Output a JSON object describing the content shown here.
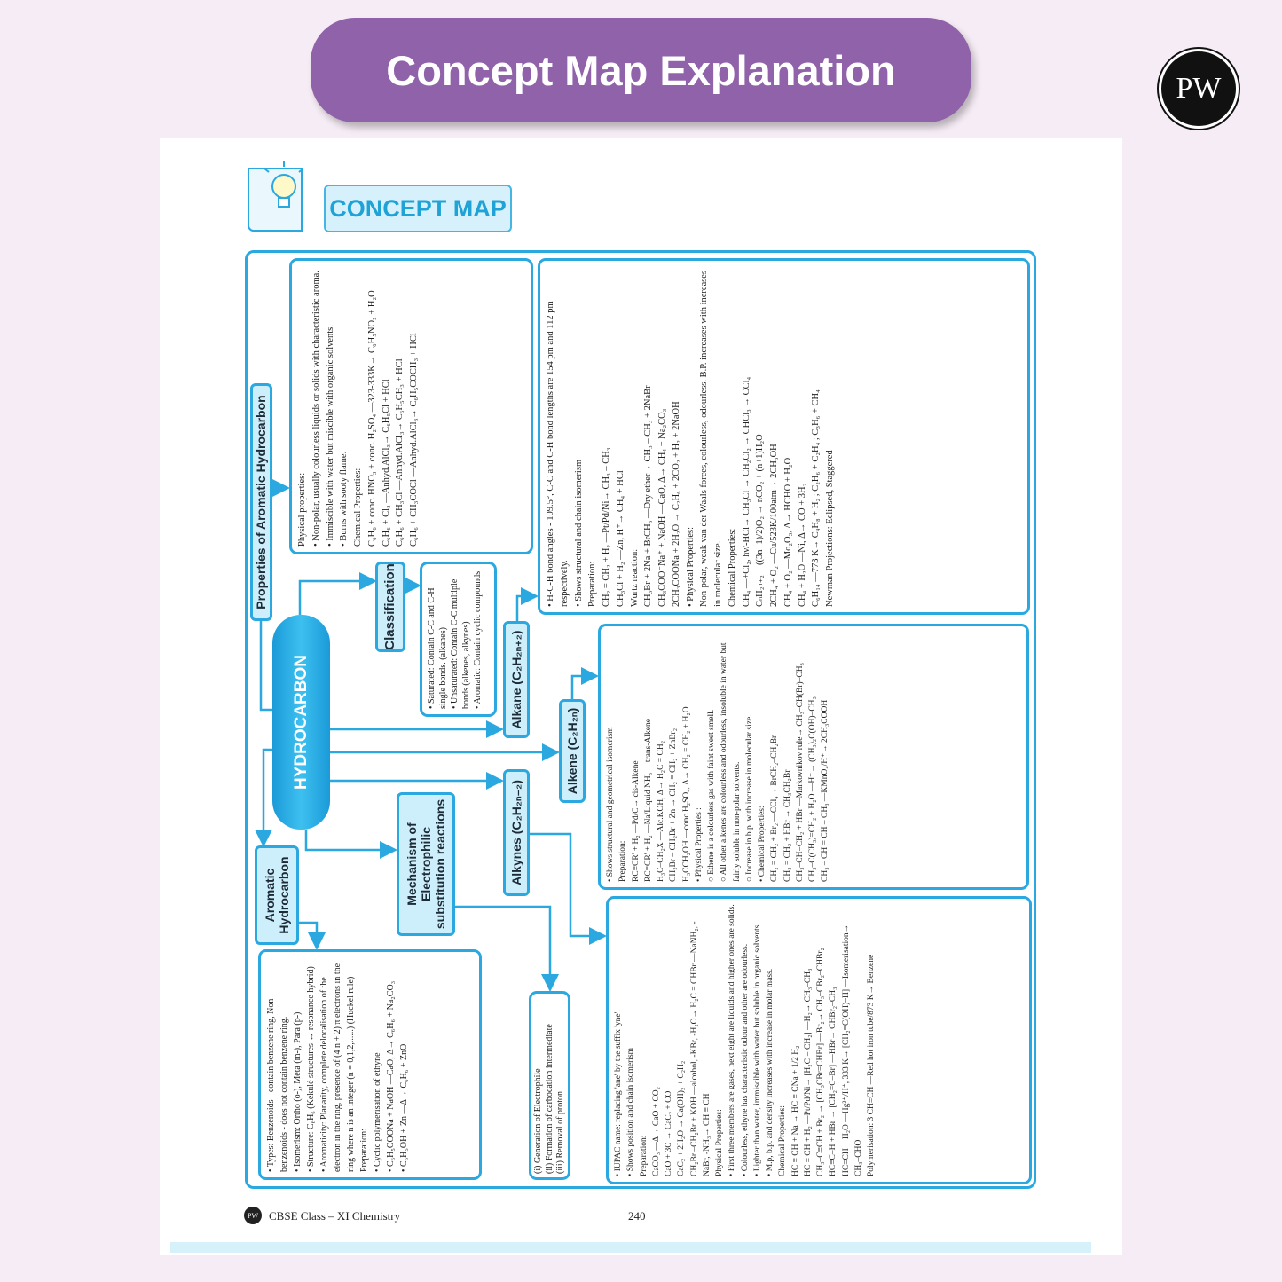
{
  "header": {
    "title": "Concept Map Explanation",
    "logo_text": "PW"
  },
  "concept_map_label": "CONCEPT MAP",
  "nodes": {
    "hydrocarbon": "HYDROCARBON",
    "properties_aromatic": "Properties of Aromatic Hydrocarbon",
    "classification": "Classification",
    "alkane": "Alkane (C₂H₂ₙ₊₂)",
    "alkene": "Alkene (C₂H₂ₙ)",
    "alkynes": "Alkynes (C₂H₂ₙ₋₂)",
    "mechanism": "Mechanism of Electrophilic substitution reactions",
    "aromatic_hydrocarbon": "Aromatic Hydrocarbon"
  },
  "boxes": {
    "aromatic_properties": [
      "Physical properties:",
      "• Non-polar, usually colourless liquids or solids with characteristic aroma.",
      "• Immiscible with water but miscible with organic solvents.",
      "• Burns with sooty flame.",
      "Chemical Properties:",
      "C₆H₆ + conc. HNO₃ + conc. H₂SO₄ —323-333K→ C₆H₅NO₂ + H₂O",
      "C₆H₆ + Cl₂ —Anhyd.AlCl₃→ C₆H₅Cl + HCl",
      "C₆H₆ + CH₃Cl —Anhyd.AlCl₃→ C₆H₅CH₃ + HCl",
      "C₆H₆ + CH₃COCl —Anhyd.AlCl₃→ C₆H₅COCH₃ + HCl"
    ],
    "classification_items": [
      "• Saturated: Contain C-C and C-H single bonds. (alkanes)",
      "• Unsaturated: Contain C-C multiple bonds (alkenes, alkynes)",
      "• Aromatic: Contain cyclic compounds"
    ],
    "alkane": [
      "• H-C-H bond angles - 109.5°, C-C and C-H bond lengths are 154 pm and 112 pm respectively.",
      "• Shows structural and chain isomerism",
      "Preparation:",
      "CH₂ = CH₂ + H₂ —Pt/Pd/Ni→ CH₃ – CH₃",
      "CH₃Cl + H₂ —Zn, H⁺→ CH₄ + HCl",
      "Wurtz reaction:",
      "CH₃Br + 2Na + BrCH₃ —Dry ether→ CH₃ – CH₃ + 2NaBr",
      "CH₃COO⁻Na⁺ + NaOH —CaO, Δ→ CH₄ + Na₂CO₃",
      "2CH₃COONa + 2H₂O → C₂H₆ + 2CO₂ + H₂ + 2NaOH",
      "• Physical Properties:",
      "Non-polar, weak van der Waals forces, colourless, odourless. B.P. increases with increases in molecular size.",
      "Chemical Properties:",
      "CH₄ —+Cl₂, hν/-HCl→ CH₃Cl → CH₂Cl₂ → CHCl₃ → CCl₄",
      "CₙH₂ₙ₊₂ + ((3n+1)/2)O₂ → nCO₂ + (n+1)H₂O",
      "2CH₄ + O₂ —Cu/523K/100atm→ 2CH₃OH",
      "CH₄ + O₂ —Mo₂O₃, Δ→ HCHO + H₂O",
      "CH₄ + H₂O —Ni, Δ→ CO + 3H₂",
      "C₆H₁₄ —773 K→ C₄H₈ + H₂ ; C₂H₆ + C₂H₄ ; C₃H₆ + CH₄",
      "Newman Projections: Eclipsed, Staggered"
    ],
    "alkene": [
      "• Shows structural and geometrical isomerism",
      "Preparation:",
      "RC≡CR' + H₂ —Pd/C→ cis-Alkene",
      "RC≡CR' + H₂ —Na/Liquid NH₃→ trans-Alkene",
      "H₃C–CH₂X —Alc.KOH, Δ→ H₂C = CH₂",
      "CH₂Br – CH₂Br + Zn → CH₂ = CH₂ + ZnBr₂",
      "H₃CCH₂OH —conc.H₂SO₄, Δ→ CH₂ = CH₂ + H₂O",
      "• Physical Properties :",
      "○ Ethene is a colourless gas with faint sweet smell.",
      "○ All other alkenes are colourless and odourless, insoluble in water but fairly soluble in non-polar solvents.",
      "○ Increase in b.p. with increase in molecular size.",
      "• Chemical Properties:",
      "CH₂ = CH₂ + Br₂ —CCl₄→ BrCH₂–CH₂Br",
      "CH₂ = CH₂ + HBr → CH₃CH₂Br",
      "CH₃–CH=CH₂ + HBr —Markovnikov rule→ CH₃–CH(Br)–CH₃",
      "CH₃–C(CH₃)=CH₂ + H₂O —H⁺→ (CH₃)₂C(OH)–CH₃",
      "CH₃ – CH = CH – CH₃ —KMnO₄/H⁺→ 2CH₃COOH"
    ],
    "alkyne": [
      "• IUPAC name: replacing 'ane' by the suffix 'yne'.",
      "• Shows position and chain isomerism",
      "Preparation:",
      "CaCO₃ —Δ→ CaO + CO₂",
      "CaO + 3C → CaC₂ + CO",
      "CaC₂ + 2H₂O → Ca(OH)₂ + C₂H₂",
      "CH₂Br –CH₂Br + KOH —alcohol, -KBr, -H₂O→ H₂C = CHBr —NaNH₂, -NaBr, -NH₃→ CH ≡ CH",
      "Physical Properties:",
      "• First three members are gases, next eight are liquids and higher ones are solids.",
      "• Colourless, ethyne has characteristic odour and other are odourless.",
      "• Lighter than water, immiscible with water but soluble in organic solvents.",
      "• M.p, b.p. and density increases with increase in molar mass.",
      "Chemical Properties:",
      "HC ≡ CH + Na → HC ≡ CNa + 1/2 H₂",
      "HC ≡ CH + H₂ —Pt/Pd/Ni→ [H₂C = CH₂] —H₂→ CH₃–CH₃",
      "CH₃–C≡CH + Br₂ → [CH₃CBr=CHBr] —Br₂→ CH₃–CBr₂–CHBr₂",
      "HC≡C–H + HBr → [CH₂=C–Br] —HBr→ CHBr₂–CH₃",
      "HC≡CH + H₂O —Hg²⁺/H⁺, 333 K→ [CH₂=C(OH)–H] —Isomerisation→ CH₃–CHO",
      "Polymerisation: 3 CH≡CH —Red hot iron tube/873 K→ Benzene"
    ],
    "aromatic_details": [
      "• Types: Benzenoids - contain benzene ring, Non-benzenoids - does not contain benzene ring.",
      "• Isomerism: Ortho (o-), Meta (m-), Para (p-)",
      "• Structure: C₆H₆ (Kekulé structures ↔ resonance hybrid)",
      "• Aromaticity: Planarity, complete delocalisation of the electron in the ring, presence of (4 n + 2) π electrons in the ring where n is an integer (n = 0,1,2,......) (Huckel rule)",
      "Preparation:",
      "• Cyclic polymerisation of ethyne",
      "• C₆H₅COONa + NaOH —CaO, Δ→ C₆H₆ + Na₂CO₃",
      "• C₆H₅OH + Zn —Δ→ C₆H₆ + ZnO"
    ],
    "electrophile_steps": [
      "(i) Generation of Electrophile",
      "(ii) Formation of carbocation intermediate",
      "(iii) Removal of proton"
    ]
  },
  "footer": {
    "book": "CBSE Class – XI Chemistry",
    "page": "240"
  },
  "colors": {
    "accent": "#2aa8df",
    "title_bg": "#8f62a9",
    "label_bg": "#cdeefb"
  }
}
